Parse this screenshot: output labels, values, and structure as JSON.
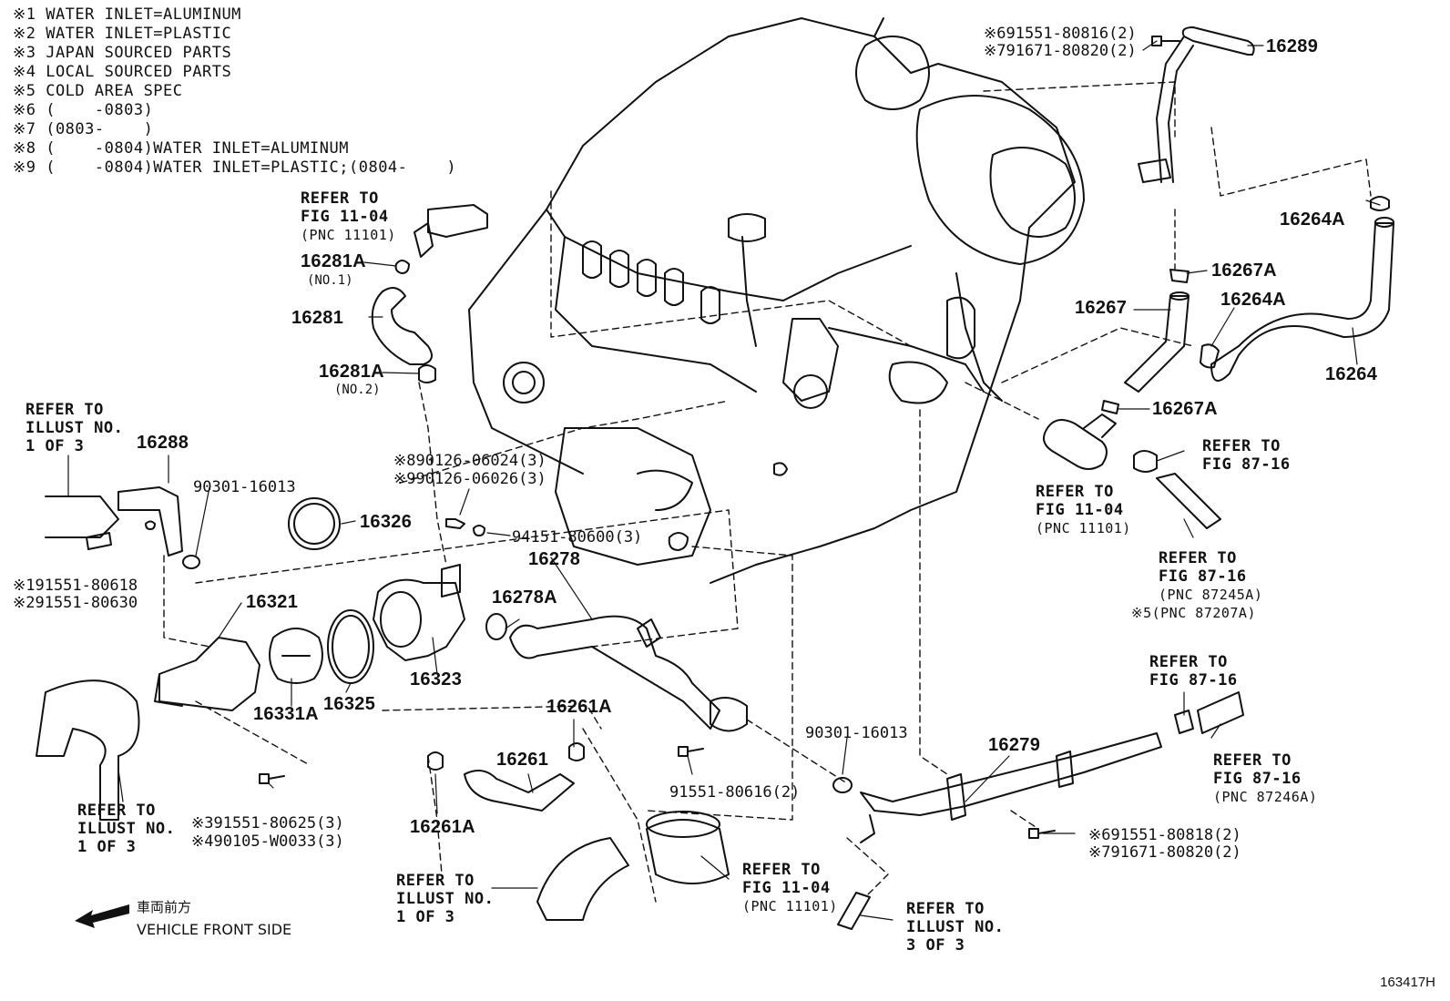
{
  "notes": [
    "※1 WATER INLET=ALUMINUM",
    "※2 WATER INLET=PLASTIC",
    "※3 JAPAN SOURCED PARTS",
    "※4 LOCAL SOURCED PARTS",
    "※5 COLD AREA SPEC",
    "※6 (    -0803)",
    "※7 (0803-    )",
    "※8 (    -0804)WATER INLET=ALUMINUM",
    "※9 (    -0804)WATER INLET=PLASTIC;(0804-    )"
  ],
  "parts": {
    "p16289": "16289",
    "p16264A_1": "16264A",
    "p16267A_1": "16267A",
    "p16267": "16267",
    "p16264A_2": "16264A",
    "p16264": "16264",
    "p16267A_2": "16267A",
    "p16281A_1": "16281A",
    "p16281": "16281",
    "p16281A_2": "16281A",
    "p16288": "16288",
    "p16326": "16326",
    "p16278": "16278",
    "p16278A": "16278A",
    "p16321": "16321",
    "p16323": "16323",
    "p16325": "16325",
    "p16331A": "16331A",
    "p16261A_1": "16261A",
    "p16261": "16261",
    "p16261A_2": "16261A",
    "p16279": "16279"
  },
  "sub_labels": {
    "no1": "(NO.1)",
    "no2": "(NO.2)"
  },
  "fasteners": {
    "f_top1": "※691551-80816(2)",
    "f_top2": "※791671-80820(2)",
    "f_90301_a": "90301-16013",
    "f_stud1": "※890126-06024(3)",
    "f_stud2": "※990126-06026(3)",
    "f_nut": "94151-80600(3)",
    "f_bolt1": "※191551-80618",
    "f_bolt2": "※291551-80630",
    "f_90301_b": "90301-16013",
    "f_91551": "91551-80616(2)",
    "f_bot1": "※391551-80625(3)",
    "f_bot2": "※490105-W0033(3)",
    "f_right1": "※691551-80818(2)",
    "f_right2": "※791671-80820(2)"
  },
  "refs": {
    "r1": [
      "REFER TO",
      "FIG 11-04",
      "(PNC 11101)"
    ],
    "r2": [
      "REFER TO",
      "ILLUST NO.",
      "1 OF 3"
    ],
    "r3": [
      "REFER TO",
      "FIG 87-16"
    ],
    "r4": [
      "REFER TO",
      "FIG 11-04",
      "(PNC 11101)"
    ],
    "r5": [
      "REFER TO",
      "FIG 87-16",
      "(PNC 87245A)",
      "※5(PNC 87207A)"
    ],
    "r6": [
      "REFER TO",
      "FIG 87-16"
    ],
    "r7": [
      "REFER TO",
      "FIG 87-16",
      "(PNC 87246A)"
    ],
    "r8": [
      "REFER TO",
      "ILLUST NO.",
      "1 OF 3"
    ],
    "r9": [
      "REFER TO",
      "ILLUST NO.",
      "1 OF 3"
    ],
    "r10": [
      "REFER TO",
      "FIG 11-04",
      "(PNC 11101)"
    ],
    "r11": [
      "REFER TO",
      "ILLUST NO.",
      "3 OF 3"
    ]
  },
  "front": {
    "jp": "車両前方",
    "en": "VEHICLE FRONT SIDE"
  },
  "figure_id": "163417H"
}
